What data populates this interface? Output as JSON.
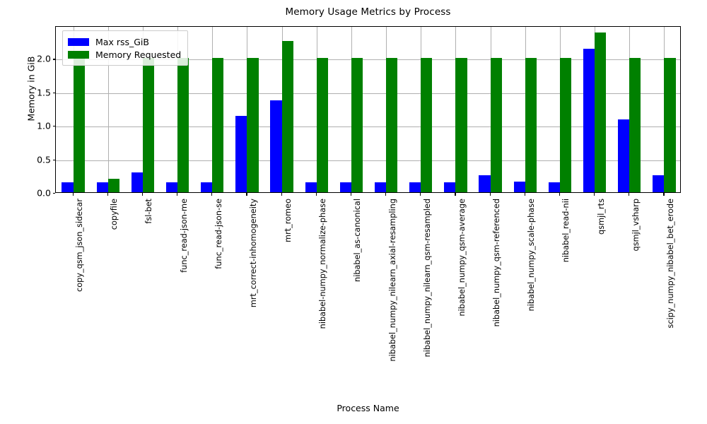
{
  "chart_data": {
    "type": "bar",
    "title": "Memory Usage Metrics by Process",
    "xlabel": "Process Name",
    "ylabel": "Memory in GiB",
    "ylim": [
      0.0,
      2.49
    ],
    "yticks": [
      "0.0",
      "0.5",
      "1.0",
      "1.5",
      "2.0"
    ],
    "ytick_values": [
      0.0,
      0.5,
      1.0,
      1.5,
      2.0
    ],
    "grid": true,
    "legend_position": "upper left",
    "categories": [
      "copy_qsm_json_sidecar",
      "copyfile",
      "fsl-bet",
      "func_read-json-me",
      "func_read-json-se",
      "mrt_correct-inhomogeneity",
      "mrt_romeo",
      "nibabel-numpy_normalize-phase",
      "nibabel_as-canonical",
      "nibabel_numpy_nilearn_axial-resampling",
      "nibabel_numpy_nilearn_qsm-resampled",
      "nibabel_numpy_qsm-average",
      "nibabel_numpy_qsm-referenced",
      "nibabel_numpy_scale-phase",
      "nibabel_read-nii",
      "qsmjl_rts",
      "qsmjl_vsharp",
      "scipy_numpy_nibabel_bet_erode"
    ],
    "series": [
      {
        "name": "Max rss_GiB",
        "color": "#0000ff",
        "values": [
          0.15,
          0.15,
          0.3,
          0.15,
          0.15,
          1.14,
          1.37,
          0.15,
          0.15,
          0.15,
          0.15,
          0.15,
          0.25,
          0.16,
          0.15,
          2.14,
          1.09,
          0.25
        ]
      },
      {
        "name": "Memory Requested",
        "color": "#008000",
        "values": [
          2.0,
          0.2,
          2.0,
          2.0,
          2.0,
          2.0,
          2.26,
          2.0,
          2.0,
          2.0,
          2.0,
          2.0,
          2.0,
          2.0,
          2.0,
          2.38,
          2.0,
          2.0
        ]
      }
    ]
  },
  "legend": {
    "entries": [
      {
        "label": "Max rss_GiB",
        "color": "#0000ff"
      },
      {
        "label": "Memory Requested",
        "color": "#008000"
      }
    ]
  }
}
